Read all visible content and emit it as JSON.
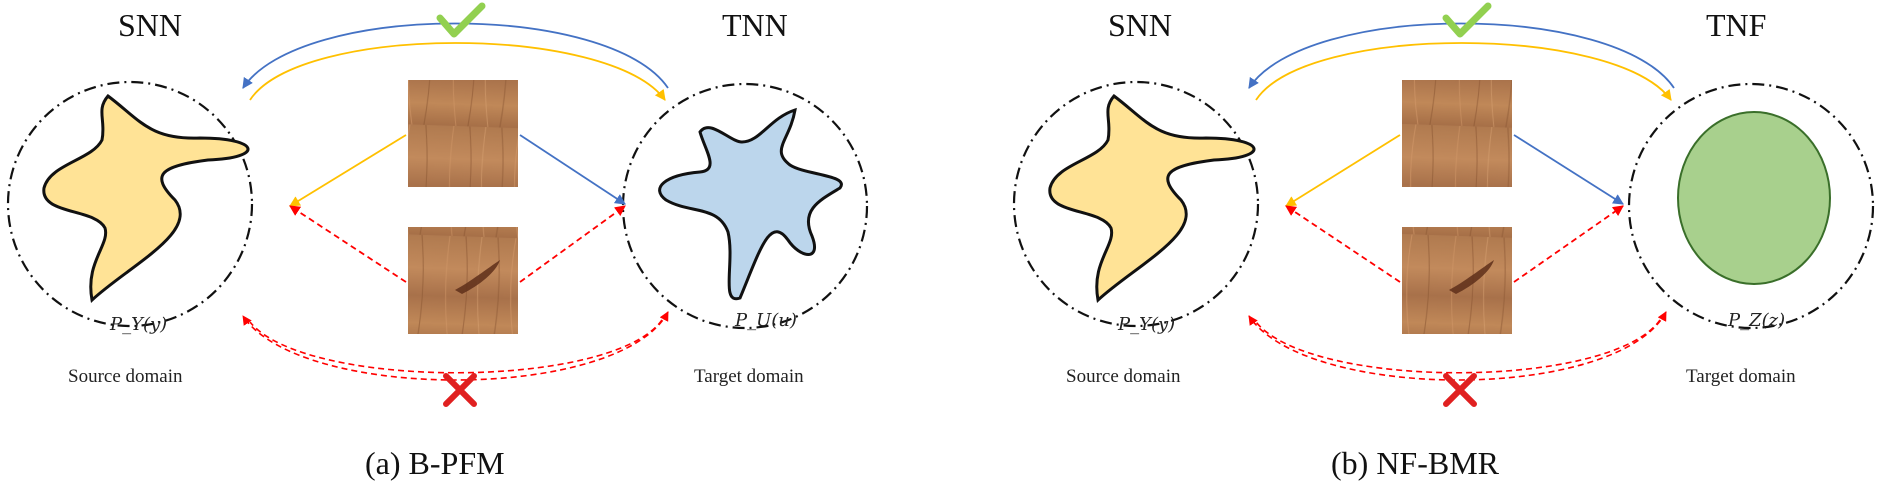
{
  "panels": [
    {
      "left_label": "SNN",
      "right_label": "TNN",
      "left_dist": "P_Y(y)",
      "right_dist": "P_U(u)",
      "left_domain": "Source domain",
      "right_domain": "Target domain",
      "caption": "(a) B-PFM",
      "target_shape": "star-blob",
      "target_fill": "#bcd6ec"
    },
    {
      "left_label": "SNN",
      "right_label": "TNF",
      "left_dist": "P_Y(y)",
      "right_dist": "P_Z(z)",
      "left_domain": "Source domain",
      "right_domain": "Target domain",
      "caption": "(b) NF-BMR",
      "target_shape": "ellipse",
      "target_fill": "#a8d08d"
    }
  ],
  "colors": {
    "source_fill": "#ffe396",
    "arrow_blue": "#4472c4",
    "arrow_yellow": "#ffc000",
    "arrow_red": "#ff0000",
    "check": "#92d050",
    "cross": "#e02020"
  },
  "icons": [
    "check-icon",
    "cross-icon",
    "wood-texture-normal",
    "wood-texture-defect"
  ]
}
